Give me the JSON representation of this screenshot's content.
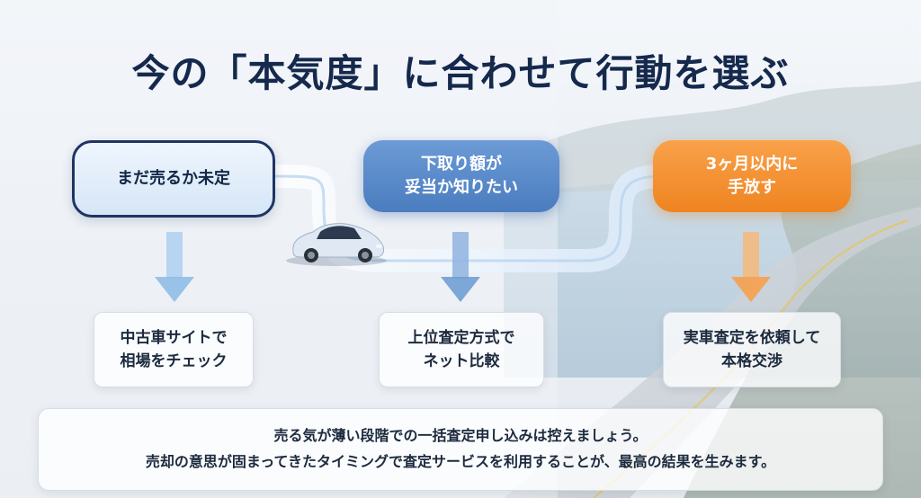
{
  "title": "今の「本気度」に合わせて行動を選ぶ",
  "stages": [
    {
      "label": "まだ売るか未定"
    },
    {
      "label": "下取り額が\n妥当か知りたい"
    },
    {
      "label": "3ヶ月以内に\n手放す"
    }
  ],
  "actions": [
    {
      "label": "中古車サイトで\n相場をチェック"
    },
    {
      "label": "上位査定方式で\nネット比較"
    },
    {
      "label": "実車査定を依頼して\n本格交渉"
    }
  ],
  "note": {
    "line1": "売る気が薄い段階での一括査定申し込みは控えましょう。",
    "line2": "売却の意思が固まってきたタイミングで査定サービスを利用することが、最高の結果を生みます。"
  },
  "colors": {
    "title": "#15294d",
    "stage1_border": "#1e3563",
    "stage2_fill": "#5a8ccb",
    "stage3_fill": "#f2902e",
    "arrow_blue": "#a9cdf0",
    "arrow_blue_dark": "#6f9fd3",
    "arrow_orange": "#f3a254"
  },
  "icons": {
    "car": "electric-car-icon"
  }
}
